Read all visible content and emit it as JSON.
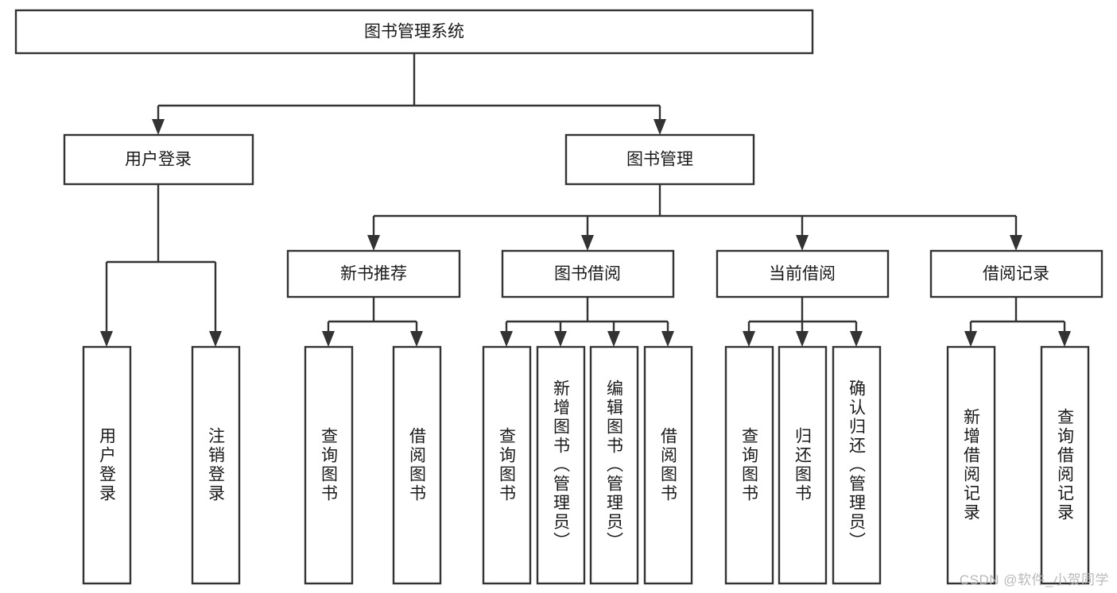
{
  "diagram": {
    "type": "tree-hierarchy",
    "title": "图书管理系统",
    "orientation": "top-down",
    "colors": {
      "box_fill": "#ffffff",
      "stroke": "#333333",
      "text": "#1a1a1a",
      "watermark": "#b9b9b9",
      "background": "#ffffff"
    },
    "root": {
      "label": "图书管理系统"
    },
    "level2": [
      {
        "label": "用户登录"
      },
      {
        "label": "图书管理"
      }
    ],
    "level3": [
      {
        "label": "新书推荐"
      },
      {
        "label": "图书借阅"
      },
      {
        "label": "当前借阅"
      },
      {
        "label": "借阅记录"
      }
    ],
    "leaves": {
      "user_login": [
        {
          "label": "用户登录"
        },
        {
          "label": "注销登录"
        }
      ],
      "new_book_recommend": [
        {
          "label": "查询图书"
        },
        {
          "label": "借阅图书"
        }
      ],
      "book_borrow": [
        {
          "label": "查询图书"
        },
        {
          "label": "新增图书（管理员）"
        },
        {
          "label": "编辑图书（管理员）"
        },
        {
          "label": "借阅图书"
        }
      ],
      "current_borrow": [
        {
          "label": "查询图书"
        },
        {
          "label": "归还图书"
        },
        {
          "label": "确认归还（管理员）"
        }
      ],
      "borrow_record": [
        {
          "label": "新增借阅记录"
        },
        {
          "label": "查询借阅记录"
        }
      ]
    }
  },
  "watermark": {
    "text": "CSDN @软件_小贺同学"
  }
}
